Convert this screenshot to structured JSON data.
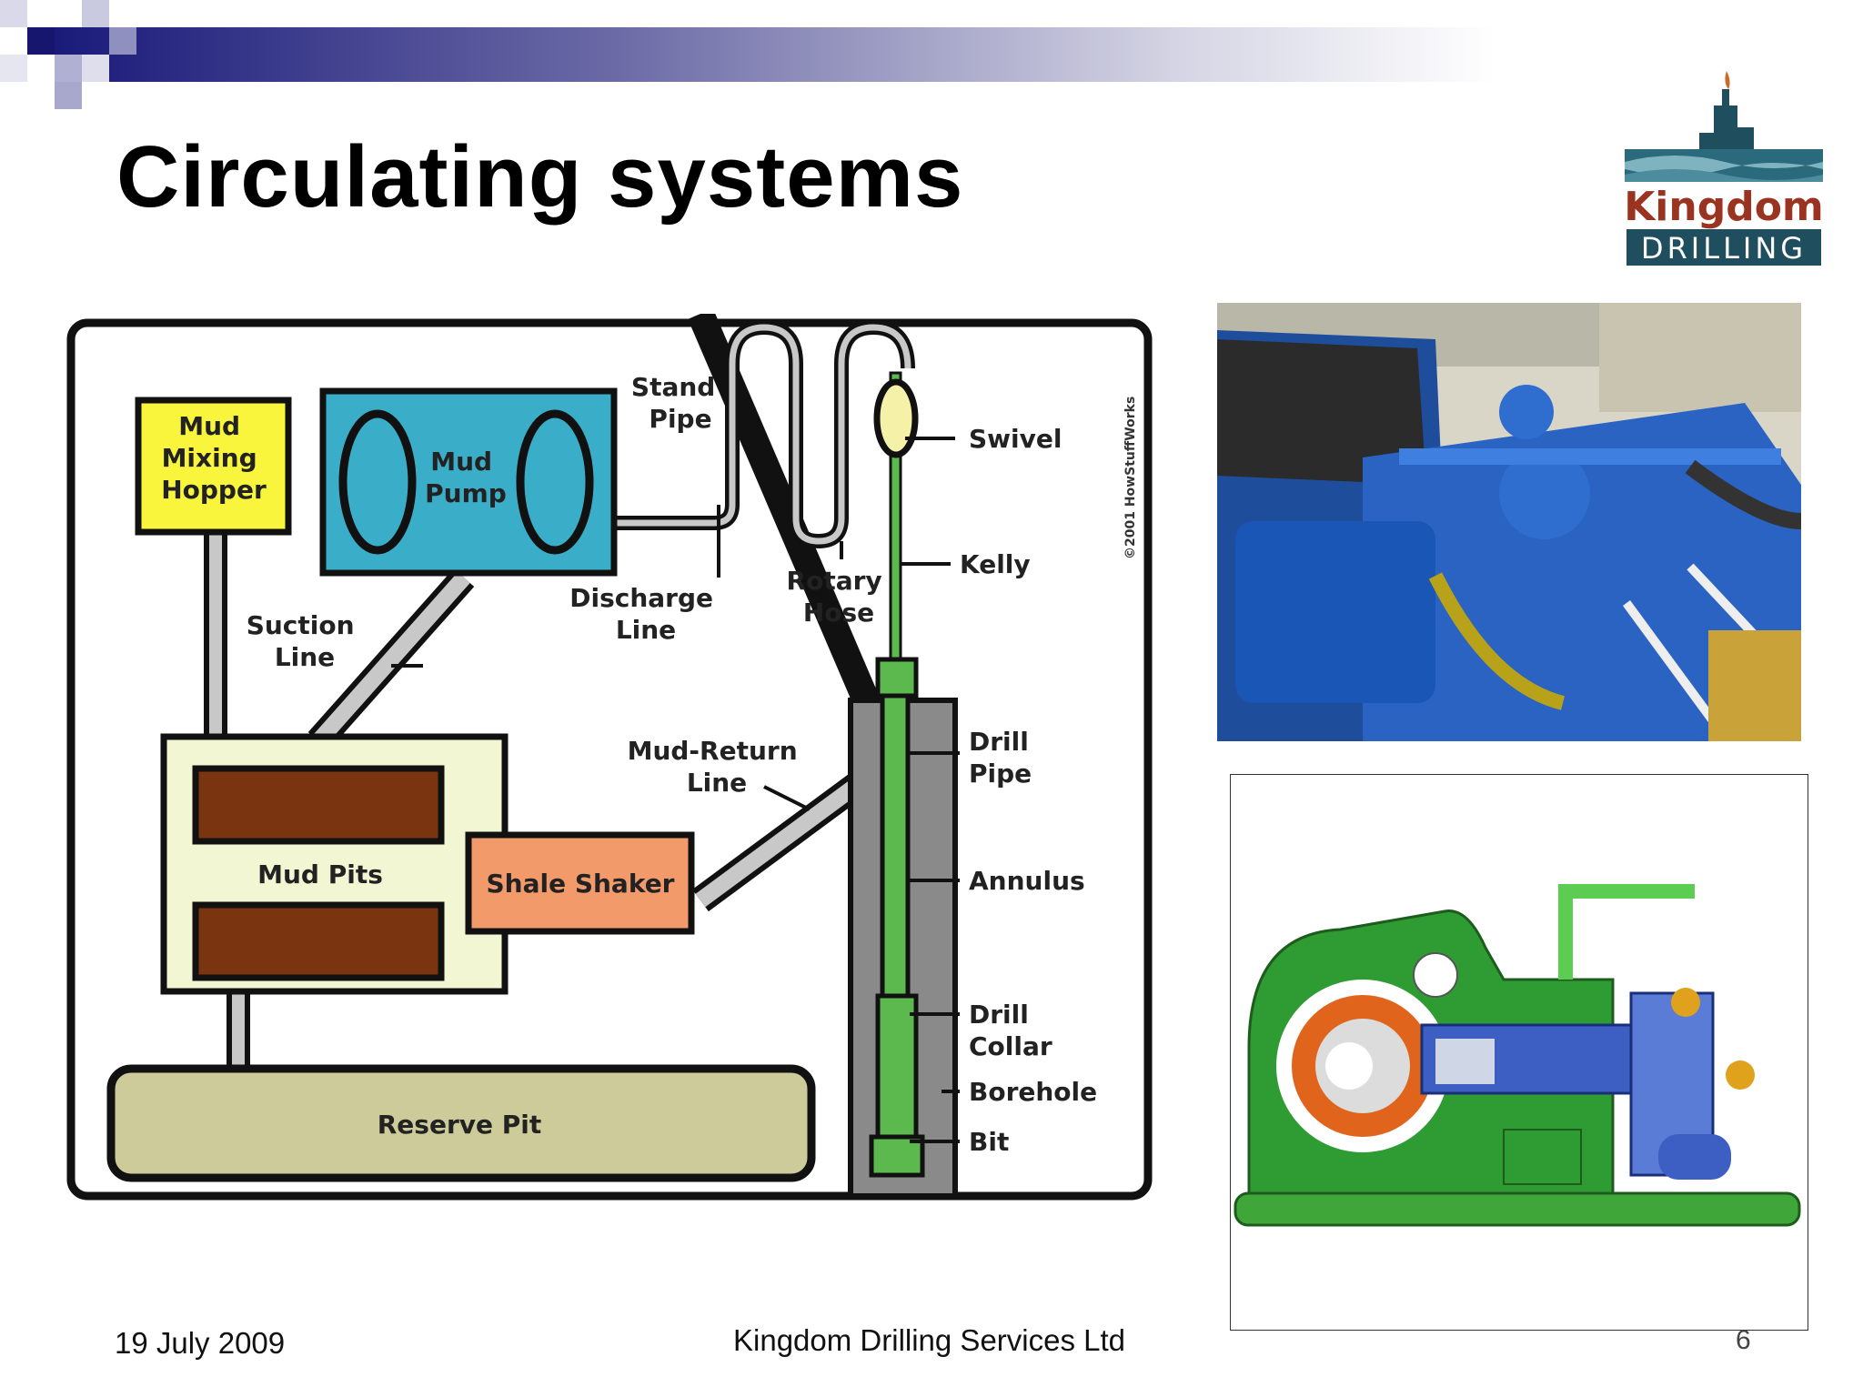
{
  "slide": {
    "title": "Circulating systems",
    "footer_date": "19 July 2009",
    "footer_company": "Kingdom Drilling Services Ltd",
    "page_number": "6"
  },
  "logo": {
    "line1": "Kingdom",
    "line2": "DRILLING"
  },
  "diagram": {
    "copyright": "©2001 HowStuffWorks",
    "labels": {
      "mud_mixing_hopper": [
        "Mud",
        "Mixing",
        "Hopper"
      ],
      "mud_pump": [
        "Mud",
        "Pump"
      ],
      "stand_pipe": [
        "Stand",
        "Pipe"
      ],
      "swivel": "Swivel",
      "kelly": "Kelly",
      "rotary_hose": [
        "Rotary",
        "Hose"
      ],
      "discharge_line": [
        "Discharge",
        "Line"
      ],
      "suction_line": [
        "Suction",
        "Line"
      ],
      "mud_return_line": [
        "Mud-Return",
        "Line"
      ],
      "drill_pipe": [
        "Drill",
        "Pipe"
      ],
      "annulus": "Annulus",
      "drill_collar": [
        "Drill",
        "Collar"
      ],
      "borehole": "Borehole",
      "bit": "Bit",
      "mud_pits": "Mud Pits",
      "shale_shaker": "Shale Shaker",
      "reserve_pit": "Reserve Pit"
    }
  },
  "colors": {
    "hopper": "#f8f53c",
    "pump": "#3aaec8",
    "mud_pit_frame": "#f3f6d2",
    "mud_brown": "#7a3410",
    "shaker": "#f39a6b",
    "reserve_pit": "#cdcb9a",
    "drill_green": "#5cb94e",
    "casing_gray": "#8a8a8a",
    "pipe_gray": "#c8c8c8"
  }
}
